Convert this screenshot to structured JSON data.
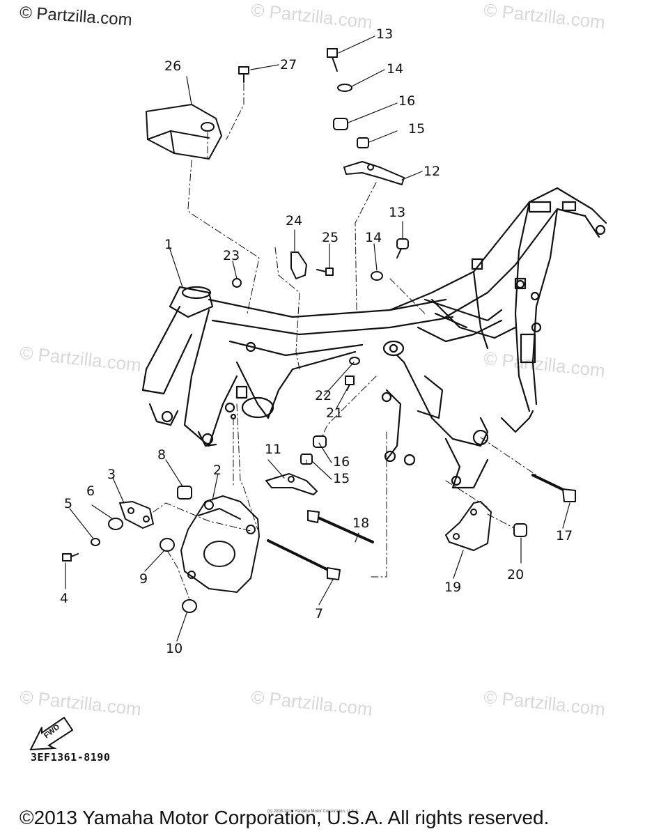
{
  "watermark": {
    "main": "© Partzilla.com",
    "repeat": "© Partzilla.com"
  },
  "callouts": {
    "c1": "1",
    "c2": "2",
    "c3": "3",
    "c4": "4",
    "c5": "5",
    "c6": "6",
    "c7": "7",
    "c8": "8",
    "c9": "9",
    "c10": "10",
    "c11": "11",
    "c12": "12",
    "c13a": "13",
    "c13b": "13",
    "c14a": "14",
    "c14b": "14",
    "c15a": "15",
    "c15b": "15",
    "c16a": "16",
    "c16b": "16",
    "c17": "17",
    "c18": "18",
    "c19": "19",
    "c20": "20",
    "c21": "21",
    "c22": "22",
    "c23": "23",
    "c24": "24",
    "c25": "25",
    "c26": "26",
    "c27": "27"
  },
  "fwd_label": "FWD",
  "catalog_number": "3EF1361-8190",
  "tiny_copyright": "(c) 2005-2016 Yamaha Motor Corporation, U.S.A.",
  "copyright": "©2013 Yamaha Motor Corporation, U.S.A. All rights reserved."
}
